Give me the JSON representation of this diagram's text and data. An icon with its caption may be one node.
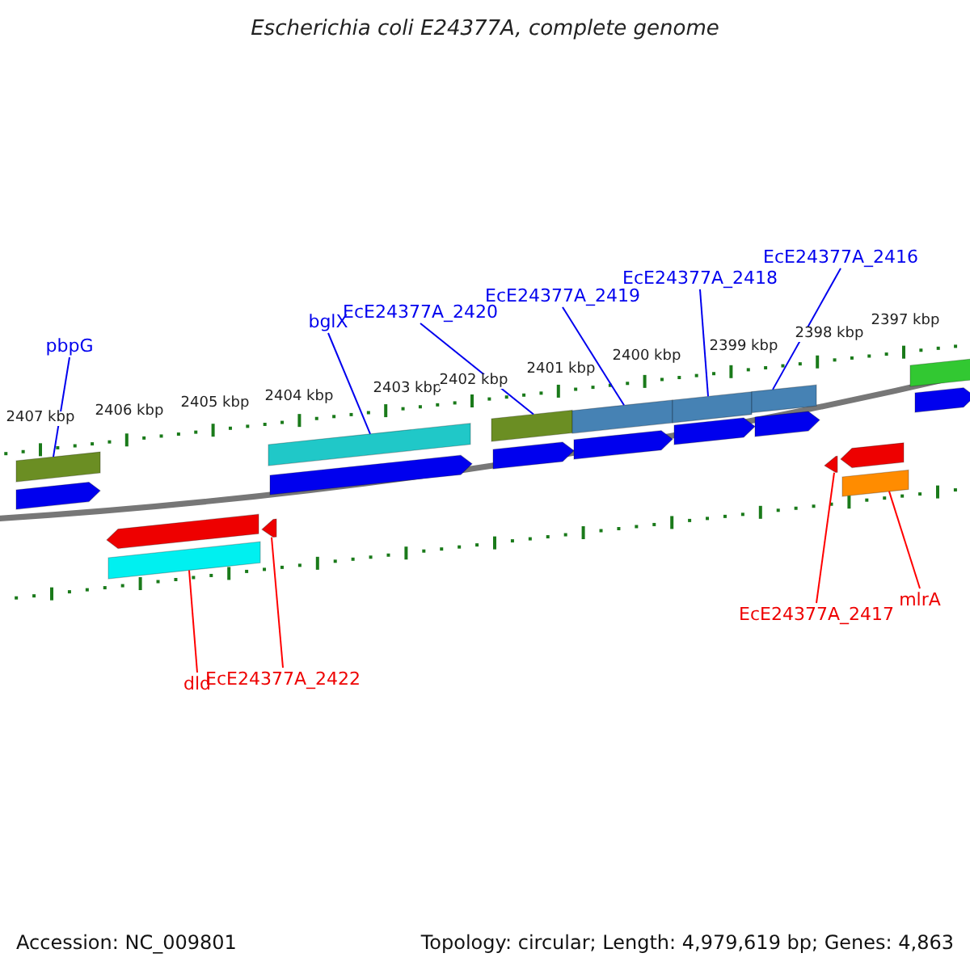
{
  "diagram": {
    "title": "Escherichia coli E24377A, complete genome",
    "nodes": [
      {
        "text": [
          "pbpG"
        ]
      },
      {
        "text": [
          "bglX"
        ]
      },
      {
        "text": [
          "EcE24377A_2420"
        ]
      },
      {
        "text": [
          "EcE24377A_2419"
        ]
      },
      {
        "text": [
          "EcE24377A_2418"
        ]
      },
      {
        "text": [
          "EcE24377A_2416"
        ]
      },
      {
        "text": [
          "dld"
        ]
      },
      {
        "text": [
          "EcE24377A_2422"
        ]
      },
      {
        "text": [
          "EcE24377A_2417"
        ]
      },
      {
        "text": [
          "mlrA"
        ]
      },
      {
        "text": [],
        "shape": "bar"
      },
      {
        "text": [],
        "shape": "pentagon"
      },
      {
        "text": [],
        "shape": "pentagon"
      },
      {
        "text": [],
        "shape": "bar"
      },
      {
        "text": [],
        "shape": "pentagon"
      },
      {
        "text": [],
        "shape": "bar"
      },
      {
        "text": [],
        "shape": "pentagon"
      },
      {
        "text": [],
        "shape": "bar"
      },
      {
        "text": [],
        "shape": "pentagon"
      },
      {
        "text": [],
        "shape": "bar"
      },
      {
        "text": [],
        "shape": "pentagon"
      },
      {
        "text": [],
        "shape": "bar"
      },
      {
        "text": [],
        "shape": "pentagon"
      },
      {
        "text": [],
        "shape": "bar"
      },
      {
        "text": [],
        "shape": "pentagon"
      },
      {
        "text": [],
        "shape": "pentagon"
      },
      {
        "text": [],
        "shape": "pentagon"
      },
      {
        "text": [],
        "shape": "bar"
      },
      {
        "text": [],
        "shape": "bar"
      },
      {
        "text": [],
        "shape": "pentagon"
      }
    ],
    "edges": [
      {
        "from": 0,
        "to": 10,
        "arrow": "none"
      },
      {
        "from": 1,
        "to": 15,
        "arrow": "none"
      },
      {
        "from": 2,
        "to": 17,
        "arrow": "none"
      },
      {
        "from": 3,
        "to": 19,
        "arrow": "none"
      },
      {
        "from": 4,
        "to": 21,
        "arrow": "none"
      },
      {
        "from": 5,
        "to": 23,
        "arrow": "none"
      },
      {
        "from": 6,
        "to": 13,
        "arrow": "none",
        "color": "#ff0000"
      },
      {
        "from": 7,
        "to": 14,
        "arrow": "none",
        "color": "#ff0000"
      },
      {
        "from": 8,
        "to": 25,
        "arrow": "none",
        "color": "#ff0000"
      },
      {
        "from": 9,
        "to": 27,
        "arrow": "none",
        "color": "#ff0000"
      }
    ],
    "labels": [
      "2407 kbp",
      "2406 kbp",
      "2405 kbp",
      "2404 kbp",
      "2403 kbp",
      "2402 kbp",
      "2401 kbp",
      "2400 kbp",
      "2399 kbp",
      "2398 kbp",
      "2397 kbp",
      "Accession: NC_009801",
      "Topology: circular; Length: 4,979,619 bp; Genes: 4,863"
    ]
  }
}
